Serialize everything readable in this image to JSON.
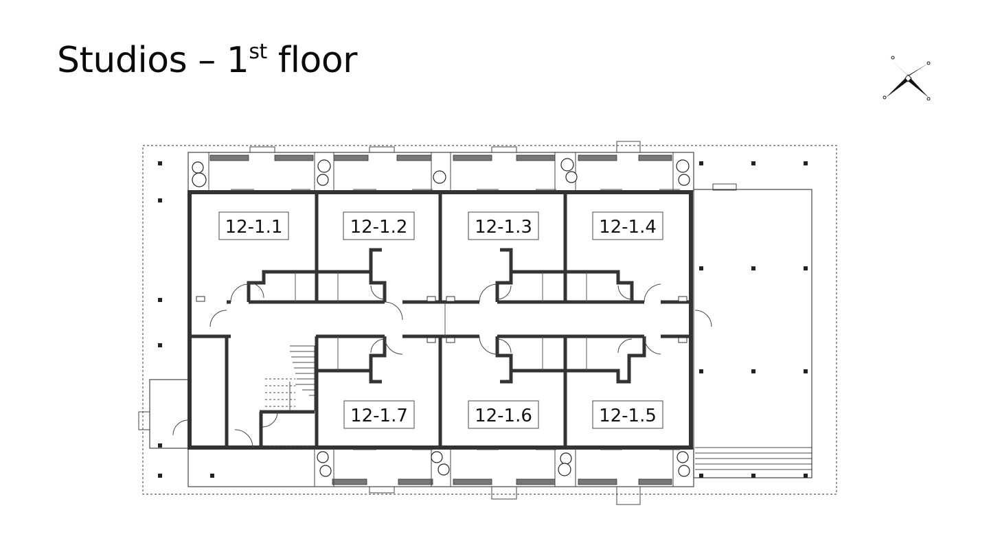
{
  "header": {
    "title_main": "Studios – 1",
    "title_sup": "st",
    "title_end": " floor"
  },
  "compass": {
    "icon": "compass-rose-icon"
  },
  "units": {
    "u11": "12-1.1",
    "u12": "12-1.2",
    "u13": "12-1.3",
    "u14": "12-1.4",
    "u15": "12-1.5",
    "u16": "12-1.6",
    "u17": "12-1.7"
  },
  "colors": {
    "wall": "#333333",
    "line": "#444444",
    "dotted": "#555555",
    "text": "#111111"
  }
}
